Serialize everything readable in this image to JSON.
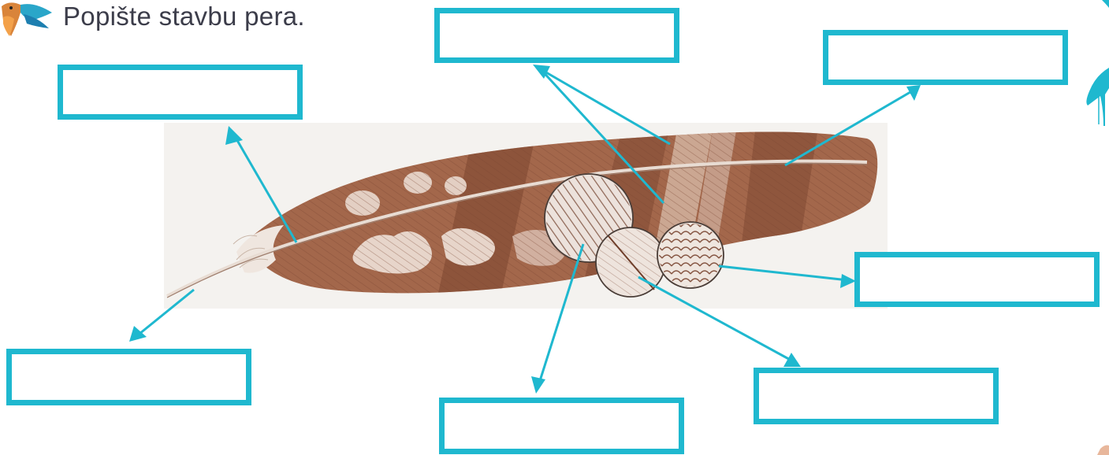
{
  "prompt": {
    "title": "Popište stavbu pera."
  },
  "colors": {
    "accent": "#1fb8cf",
    "feather_base": "#a3674b",
    "feather_dark": "#6f3e2a",
    "feather_light": "#e3cfc3",
    "title_text": "#3c3d4a"
  },
  "answer_boxes": [
    {
      "id": "box-top-center",
      "value": ""
    },
    {
      "id": "box-top-right",
      "value": ""
    },
    {
      "id": "box-upper-left",
      "value": ""
    },
    {
      "id": "box-right",
      "value": ""
    },
    {
      "id": "box-lower-left",
      "value": ""
    },
    {
      "id": "box-bottom-right",
      "value": ""
    },
    {
      "id": "box-bottom-center",
      "value": ""
    }
  ],
  "icons": [
    "kingfisher-icon",
    "bird-silhouette-icon"
  ]
}
